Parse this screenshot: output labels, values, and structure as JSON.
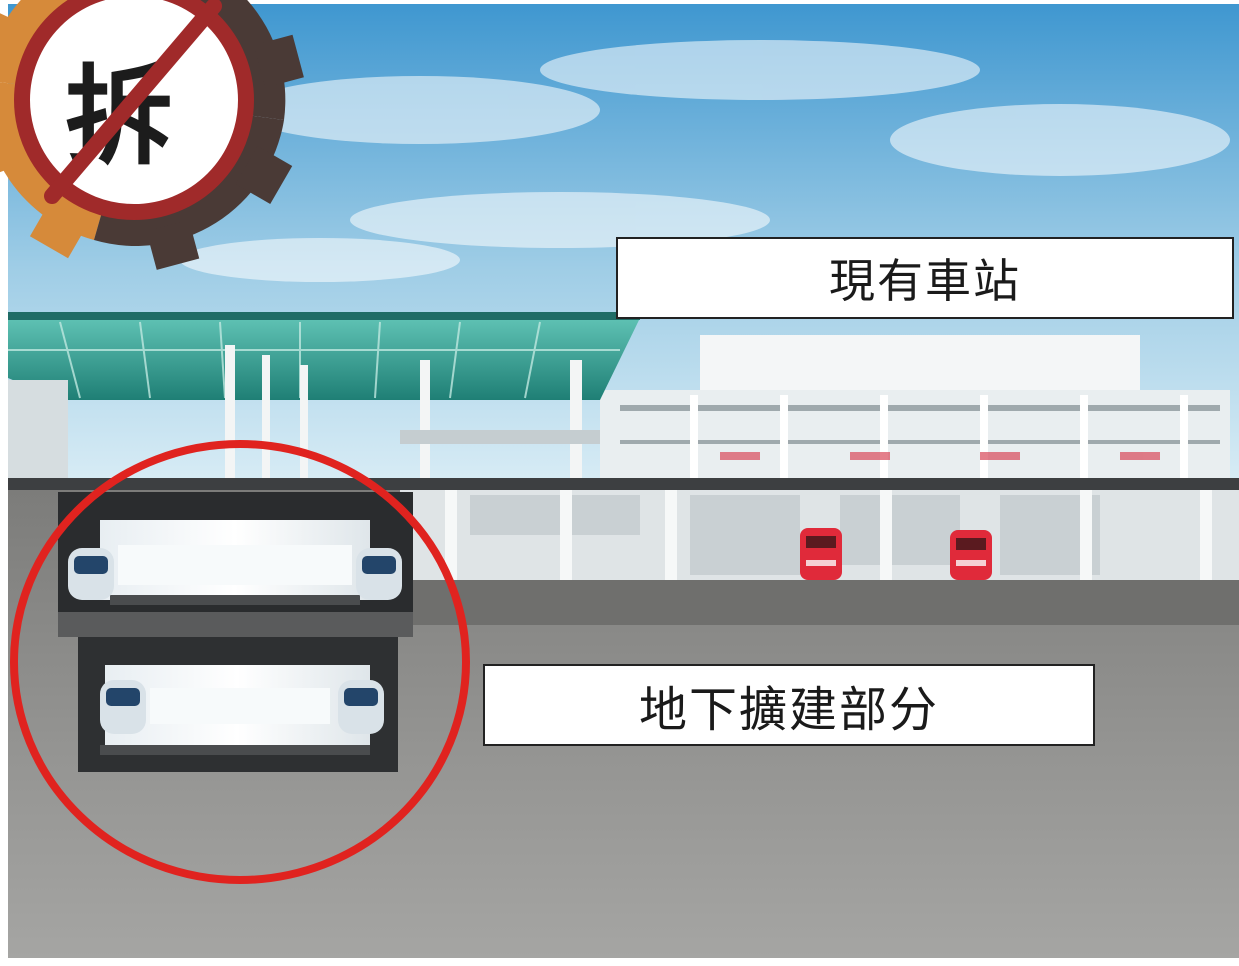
{
  "badge": {
    "glyph": "拆",
    "gear_color_left": "#d68a3a",
    "gear_color_right": "#4a3a36",
    "prohibition_color": "#a02a2a"
  },
  "labels": {
    "existing_station": "現有車站",
    "underground_expansion": "地下擴建部分"
  },
  "colors": {
    "sky_top": "#3f97d0",
    "sky_bottom": "#cfe6f2",
    "ground": "#8f8f8c",
    "highlight_circle": "#e0231f",
    "canopy": "#2a9a8c",
    "train_red": "#e02a3a"
  }
}
